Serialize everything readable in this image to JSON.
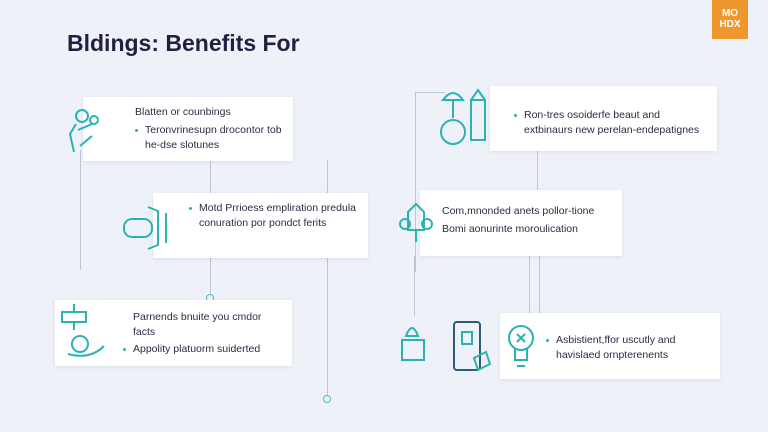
{
  "title": "Bldings: Benefits For",
  "logo": [
    "MO",
    "HDX"
  ],
  "cards": [
    {
      "heading": "Blatten or counbings",
      "bullet": "Teronvrinesupn drocontor tob he-dse slotunes"
    },
    {
      "bullet": "Motd Prrioess empliration predula conuration por pondct ferits"
    },
    {
      "bullet": "Ron-tres osoiderfe beaut and extbinaurs new perelan-endepatignes"
    },
    {
      "line1": "Com,mnonded anets pollor-tione",
      "line2": "Bomi aonurinte moroulication"
    },
    {
      "heading": "Parnends bnuite you cmdor facts",
      "bullet": "Appolity platuorm suiderted"
    },
    {
      "bullet": "Asbistient,ffor uscutly and havislaed ornpterenents"
    }
  ],
  "colors": {
    "accent": "#2ab3b0",
    "logo": "#f0962e",
    "title": "#1e2240"
  }
}
